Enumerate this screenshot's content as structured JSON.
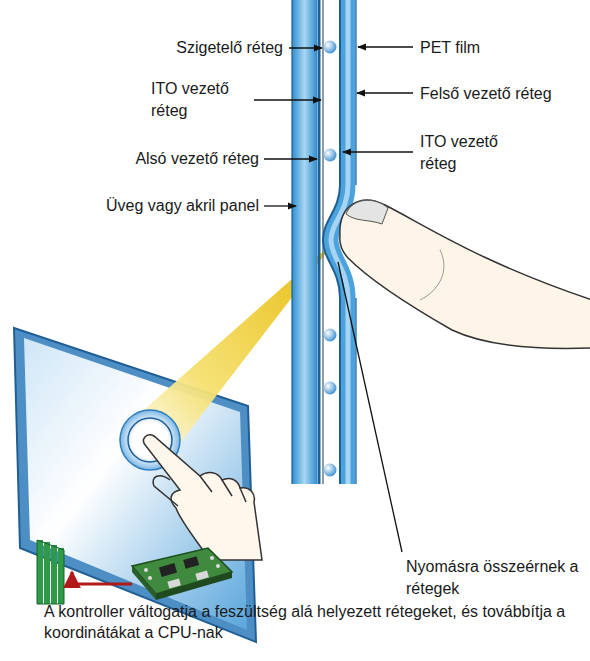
{
  "diagram": {
    "caption": "A kontroller váltogatja a feszültség alá helyezett rétegeket, és továbbítja a koordinátákat a CPU-nak",
    "labels": [
      "Szigetelő réteg",
      "PET film",
      "ITO vezető réteg",
      "Felső vezető réteg",
      "Alsó vezető réteg",
      "ITO vezető réteg",
      "Üveg vagy akril panel",
      "Nyomásra összeérnek a rétegek"
    ]
  }
}
